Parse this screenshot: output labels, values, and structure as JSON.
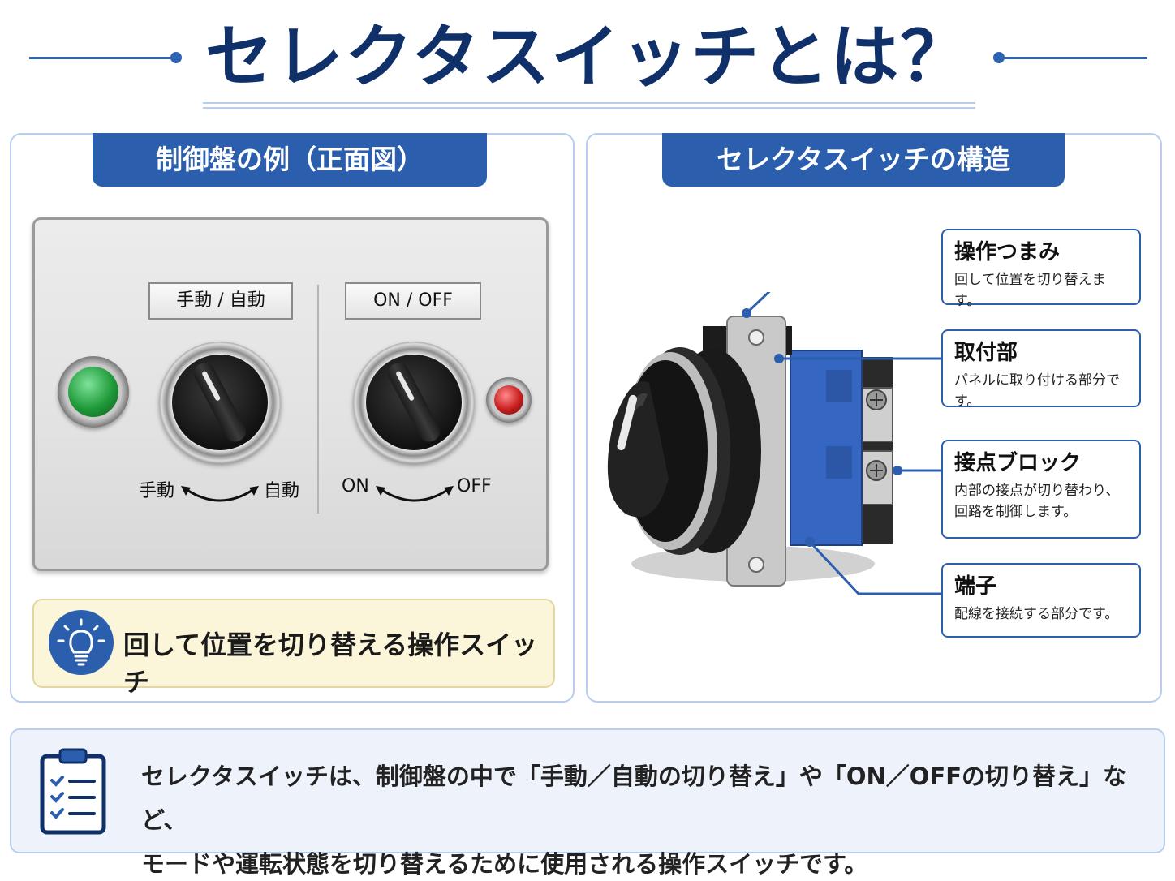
{
  "title": "セレクタスイッチとは？",
  "left_panel": {
    "heading": "制御盤の例（正面図）",
    "switch1": {
      "nameplate": "手動 / 自動",
      "left_label": "手動",
      "right_label": "自動"
    },
    "switch2": {
      "nameplate": "ON / OFF",
      "left_label": "ON",
      "right_label": "OFF"
    },
    "tip": "回して位置を切り替える操作スイッチ"
  },
  "right_panel": {
    "heading": "セレクタスイッチの構造",
    "callouts": [
      {
        "title": "操作つまみ",
        "desc": "回して位置を切り替えます。"
      },
      {
        "title": "取付部",
        "desc": "パネルに取り付ける部分です。"
      },
      {
        "title": "接点ブロック",
        "desc": "内部の接点が切り替わり、回路を制御します。"
      },
      {
        "title": "端子",
        "desc": "配線を接続する部分です。"
      }
    ]
  },
  "summary": {
    "line1": "セレクタスイッチは、制御盤の中で「手動／自動の切り替え」や「ON／OFFの切り替え」など、",
    "line2": "モードや運転状態を切り替えるために使用される操作スイッチです。"
  },
  "colors": {
    "navy": "#10306a",
    "accent": "#2b5fae",
    "light_border": "#b9cdee",
    "lamp_green": "#1f9a3a",
    "lamp_red": "#c81e1e"
  }
}
